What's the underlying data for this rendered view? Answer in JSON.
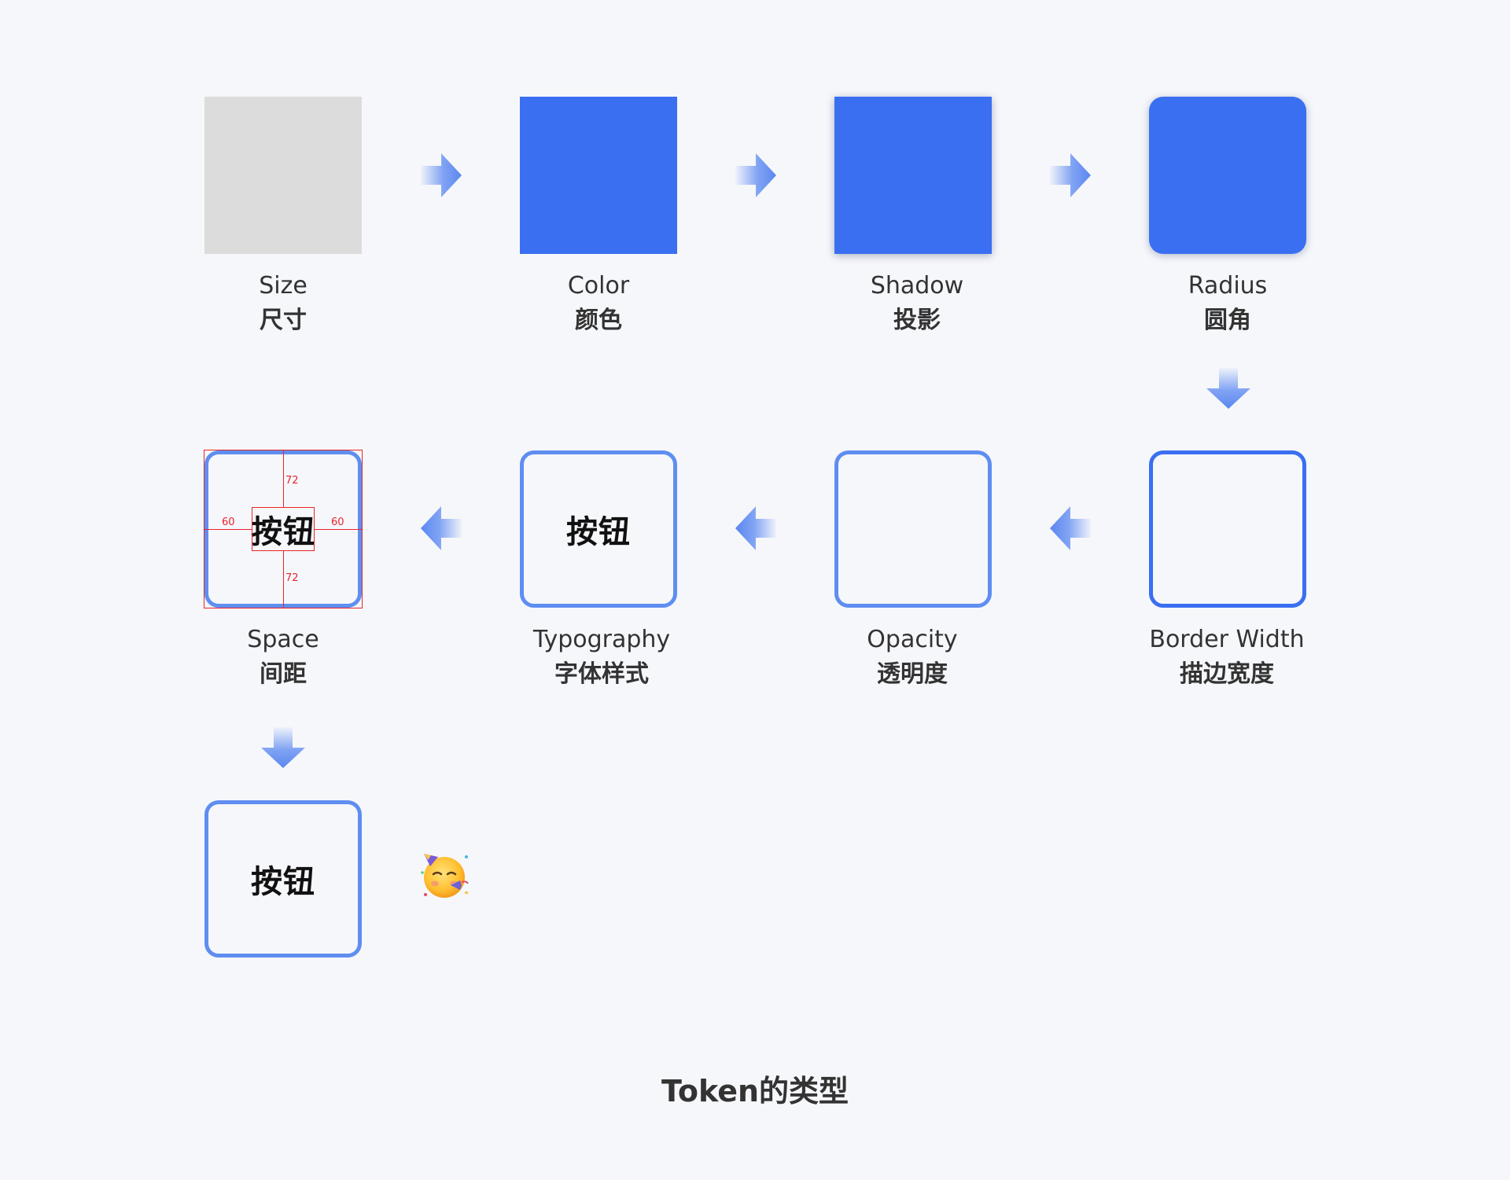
{
  "title": "Token的类型",
  "colors": {
    "background": "#f6f7fb",
    "primary_blue": "#3a6ff1",
    "border_blue": "#5f8ef1",
    "gray_fill": "#dcdcdc",
    "annotation_red": "#e8242b",
    "arrow_blue": "#6b94f2"
  },
  "steps": [
    {
      "en": "Size",
      "zh": "尺寸"
    },
    {
      "en": "Color",
      "zh": "颜色"
    },
    {
      "en": "Shadow",
      "zh": "投影"
    },
    {
      "en": "Radius",
      "zh": "圆角"
    },
    {
      "en": "Border Width",
      "zh": "描边宽度"
    },
    {
      "en": "Opacity",
      "zh": "透明度"
    },
    {
      "en": "Typography",
      "zh": "字体样式"
    },
    {
      "en": "Space",
      "zh": "间距"
    }
  ],
  "button_text": "按钮",
  "space_annotations": {
    "top": "72",
    "bottom": "72",
    "left": "60",
    "right": "60"
  },
  "icons": {
    "arrow_right": "arrow-right-icon",
    "arrow_down": "arrow-down-icon",
    "arrow_left": "arrow-left-icon",
    "celebration": "partying-face-icon"
  }
}
